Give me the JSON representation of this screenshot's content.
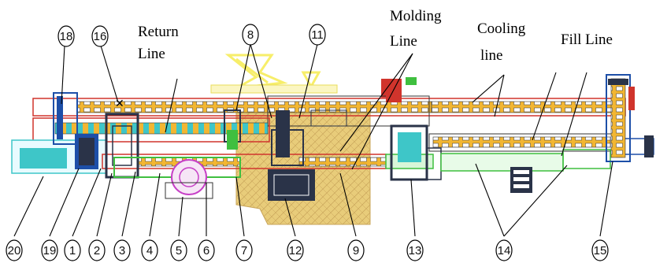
{
  "labels": {
    "return_line": [
      "Return",
      "Line"
    ],
    "molding_line": [
      "Molding",
      "Line"
    ],
    "cooling_line": [
      "Cooling",
      "line"
    ],
    "fill_line": "Fill Line"
  },
  "callouts_top": [
    "18",
    "16",
    "8",
    "11"
  ],
  "callouts_bottom": [
    "20",
    "19",
    "1",
    "2",
    "3",
    "4",
    "5",
    "6",
    "7",
    "12",
    "9",
    "13",
    "14",
    "15"
  ],
  "colors": {
    "frame_red": "#d0342c",
    "conveyor_yellow": "#f2b632",
    "conveyor_cyan": "#3ec6c8",
    "equipment_blue": "#1d4fa8",
    "machine_dark": "#2a3348",
    "platform_tan": "#e8cc7a",
    "hopper_yellow": "#f7ee6a",
    "green_frame": "#3fbf3f",
    "magenta": "#c63fc6"
  }
}
